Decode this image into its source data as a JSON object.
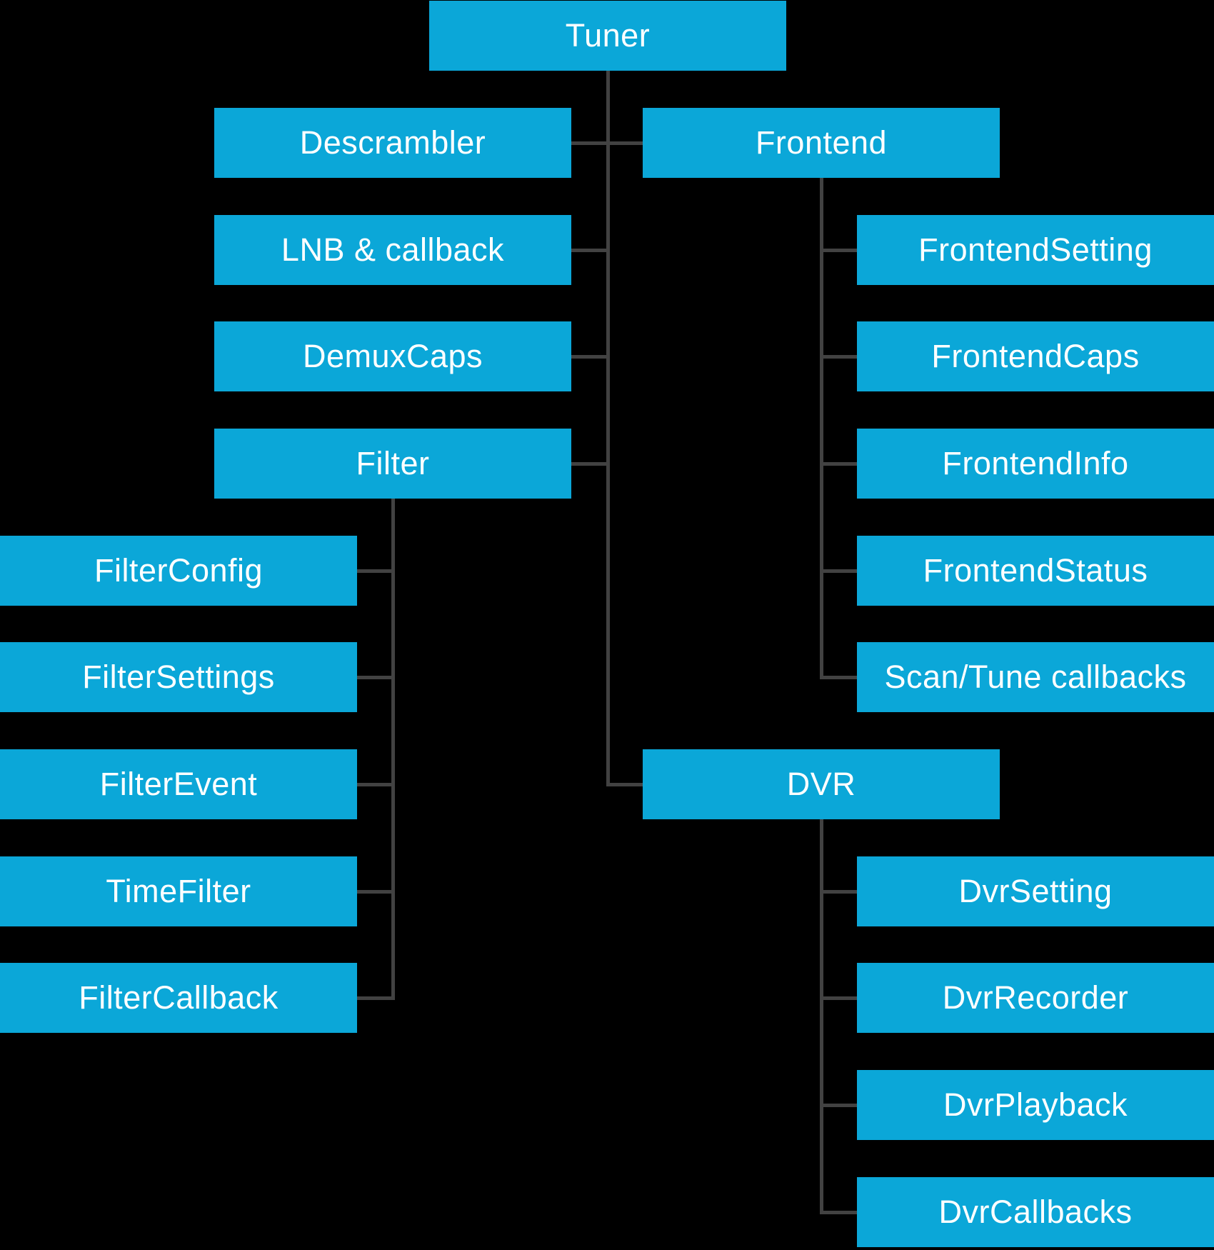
{
  "diagram": {
    "background": "#000000",
    "box_color": "#0ba7d8",
    "line_color": "#424242",
    "text_color": "#ffffff",
    "nodes": [
      {
        "id": "tuner",
        "label": "Tuner",
        "parent": null,
        "col": 2,
        "row": 0
      },
      {
        "id": "descrambler",
        "label": "Descrambler",
        "parent": "tuner",
        "col": 1,
        "row": 1
      },
      {
        "id": "lnb-callback",
        "label": "LNB & callback",
        "parent": "tuner",
        "col": 1,
        "row": 2
      },
      {
        "id": "demuxcaps",
        "label": "DemuxCaps",
        "parent": "tuner",
        "col": 1,
        "row": 3
      },
      {
        "id": "filter",
        "label": "Filter",
        "parent": "tuner",
        "col": 1,
        "row": 4
      },
      {
        "id": "filterconfig",
        "label": "FilterConfig",
        "parent": "filter",
        "col": 0,
        "row": 5
      },
      {
        "id": "filtersettings",
        "label": "FilterSettings",
        "parent": "filter",
        "col": 0,
        "row": 6
      },
      {
        "id": "filterevent",
        "label": "FilterEvent",
        "parent": "filter",
        "col": 0,
        "row": 7
      },
      {
        "id": "timefilter",
        "label": "TimeFilter",
        "parent": "filter",
        "col": 0,
        "row": 8
      },
      {
        "id": "filtercallback",
        "label": "FilterCallback",
        "parent": "filter",
        "col": 0,
        "row": 9
      },
      {
        "id": "frontend",
        "label": "Frontend",
        "parent": "tuner",
        "col": 3,
        "row": 1
      },
      {
        "id": "frontendsetting",
        "label": "FrontendSetting",
        "parent": "frontend",
        "col": 4,
        "row": 2
      },
      {
        "id": "frontendcaps",
        "label": "FrontendCaps",
        "parent": "frontend",
        "col": 4,
        "row": 3
      },
      {
        "id": "frontendinfo",
        "label": "FrontendInfo",
        "parent": "frontend",
        "col": 4,
        "row": 4
      },
      {
        "id": "frontendstatus",
        "label": "FrontendStatus",
        "parent": "frontend",
        "col": 4,
        "row": 5
      },
      {
        "id": "scantune-callbacks",
        "label": "Scan/Tune callbacks",
        "parent": "frontend",
        "col": 4,
        "row": 6
      },
      {
        "id": "dvr",
        "label": "DVR",
        "parent": "tuner",
        "col": 3,
        "row": 7
      },
      {
        "id": "dvrsetting",
        "label": "DvrSetting",
        "parent": "dvr",
        "col": 4,
        "row": 8
      },
      {
        "id": "dvrrecorder",
        "label": "DvrRecorder",
        "parent": "dvr",
        "col": 4,
        "row": 9
      },
      {
        "id": "dvrplayback",
        "label": "DvrPlayback",
        "parent": "dvr",
        "col": 4,
        "row": 10
      },
      {
        "id": "dvrcallbacks",
        "label": "DvrCallbacks",
        "parent": "dvr",
        "col": 4,
        "row": 11
      }
    ]
  }
}
